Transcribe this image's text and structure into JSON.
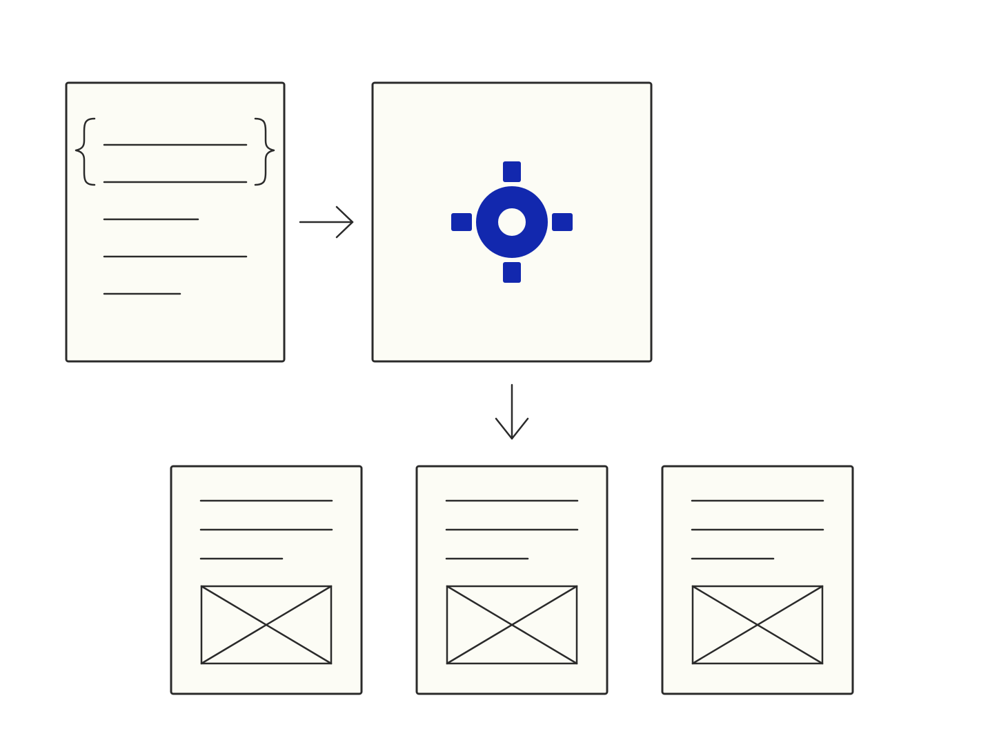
{
  "colors": {
    "background": "#ffffff",
    "card_fill": "#fcfcf5",
    "stroke": "#2a2a2a",
    "accent": "#1228ae"
  },
  "nodes": {
    "source": {
      "icon": "data-document-icon"
    },
    "processor": {
      "icon": "crosshair-gear-icon"
    },
    "outputs": [
      {
        "icon": "page-with-image-icon"
      },
      {
        "icon": "page-with-image-icon"
      },
      {
        "icon": "page-with-image-icon"
      }
    ]
  },
  "edges": [
    {
      "from": "source",
      "to": "processor",
      "icon": "arrow-right-icon"
    },
    {
      "from": "processor",
      "to": "outputs",
      "icon": "arrow-down-icon"
    }
  ]
}
